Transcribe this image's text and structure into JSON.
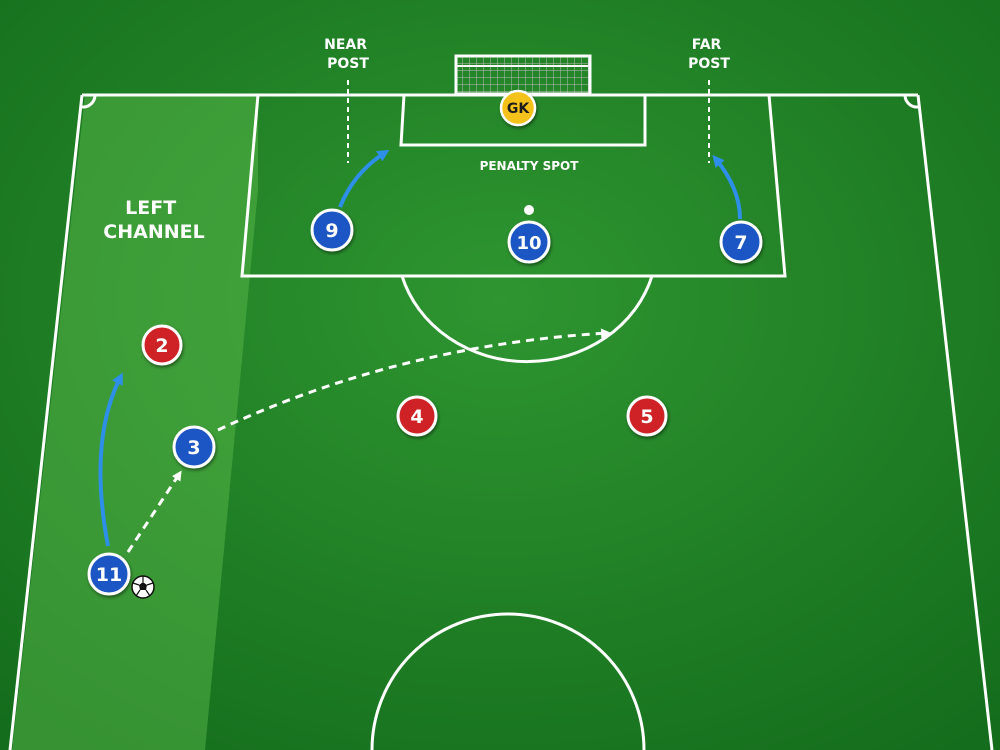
{
  "labels": {
    "near_post": [
      "NEAR",
      "POST"
    ],
    "far_post": [
      "FAR",
      "POST"
    ],
    "channel": [
      "LEFT",
      "CHANNEL"
    ],
    "penalty_spot": "PENALTY SPOT"
  },
  "players": {
    "blue": [
      "11",
      "3",
      "9",
      "10",
      "7"
    ],
    "red": [
      "2",
      "4",
      "5"
    ],
    "goalkeeper": "GK"
  },
  "colors": {
    "grass_light": "#2e9530",
    "grass_dark": "#146d1c",
    "channel": "#4a9e3c",
    "lines": "#ffffff",
    "blue_team": "#1f56c4",
    "red_team": "#cf2027",
    "goalkeeper": "#f5c21a",
    "run_arrow": "#2e8fe8",
    "pass_arrow": "#ffffff"
  },
  "icons": [
    "ball-icon",
    "goal-net-icon"
  ]
}
